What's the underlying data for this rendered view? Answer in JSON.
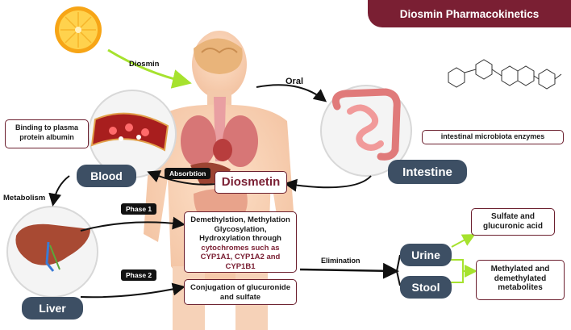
{
  "title": "Diosmin Pharmacokinetics",
  "nodes": {
    "diosmin": "Diosmin",
    "oral": "Oral",
    "intestine": "Intestine",
    "microbiota": "intestinal microbiota enzymes",
    "diosmetin": "Diosmetin",
    "absorption": "Absorbtion",
    "blood": "Blood",
    "binding": "Binding to plasma protein albumin",
    "metabolism": "Metabolism",
    "liver": "Liver",
    "phase1": "Phase 1",
    "phase2": "Phase 2",
    "phase1_text": "Demethylstion, Methylation Glycosylation, Hydroxylation through",
    "phase1_enzymes": "cytochromes such as CYP1A1, CYP1A2 and CYP1B1",
    "phase2_text": "Conjugation of glucuronide and sulfate",
    "elimination": "Elimination",
    "urine": "Urine",
    "stool": "Stool",
    "urine_products": "Sulfate and glucuronic acid",
    "stool_products": "Methylated and demethylated metabolites"
  },
  "colors": {
    "title_bg": "#7a1f33",
    "pill_bg": "#3d4f64",
    "border": "#6b1f2e",
    "green_arrow": "#a6e22e"
  }
}
